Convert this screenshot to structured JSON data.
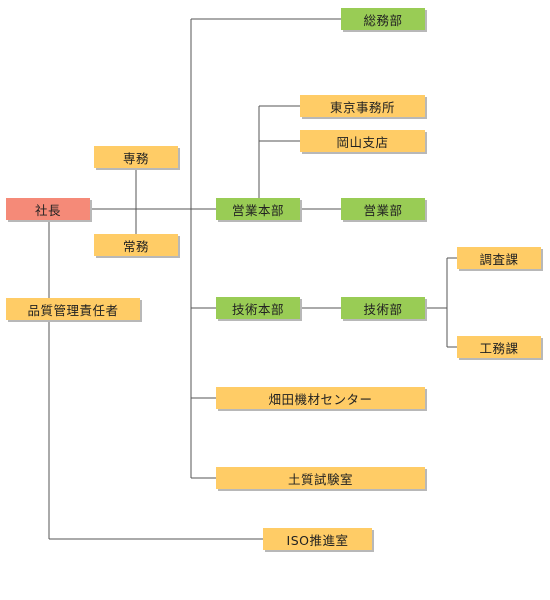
{
  "org": {
    "president": "社長",
    "senmu": "専務",
    "jomu": "常務",
    "quality_manager": "品質管理責任者",
    "general_affairs": "総務部",
    "tokyo_office": "東京事務所",
    "okayama_branch": "岡山支店",
    "sales_hq": "営業本部",
    "sales_dept": "営業部",
    "tech_hq": "技術本部",
    "tech_dept": "技術部",
    "survey_section": "調査課",
    "construction_section": "工務課",
    "hatada_center": "畑田機材センター",
    "soil_lab": "土質試験室",
    "iso_office": "ISO推進室"
  },
  "colors": {
    "president": "#f58a78",
    "department": "#99cc55",
    "unit": "#ffcc66",
    "line": "#555555"
  }
}
